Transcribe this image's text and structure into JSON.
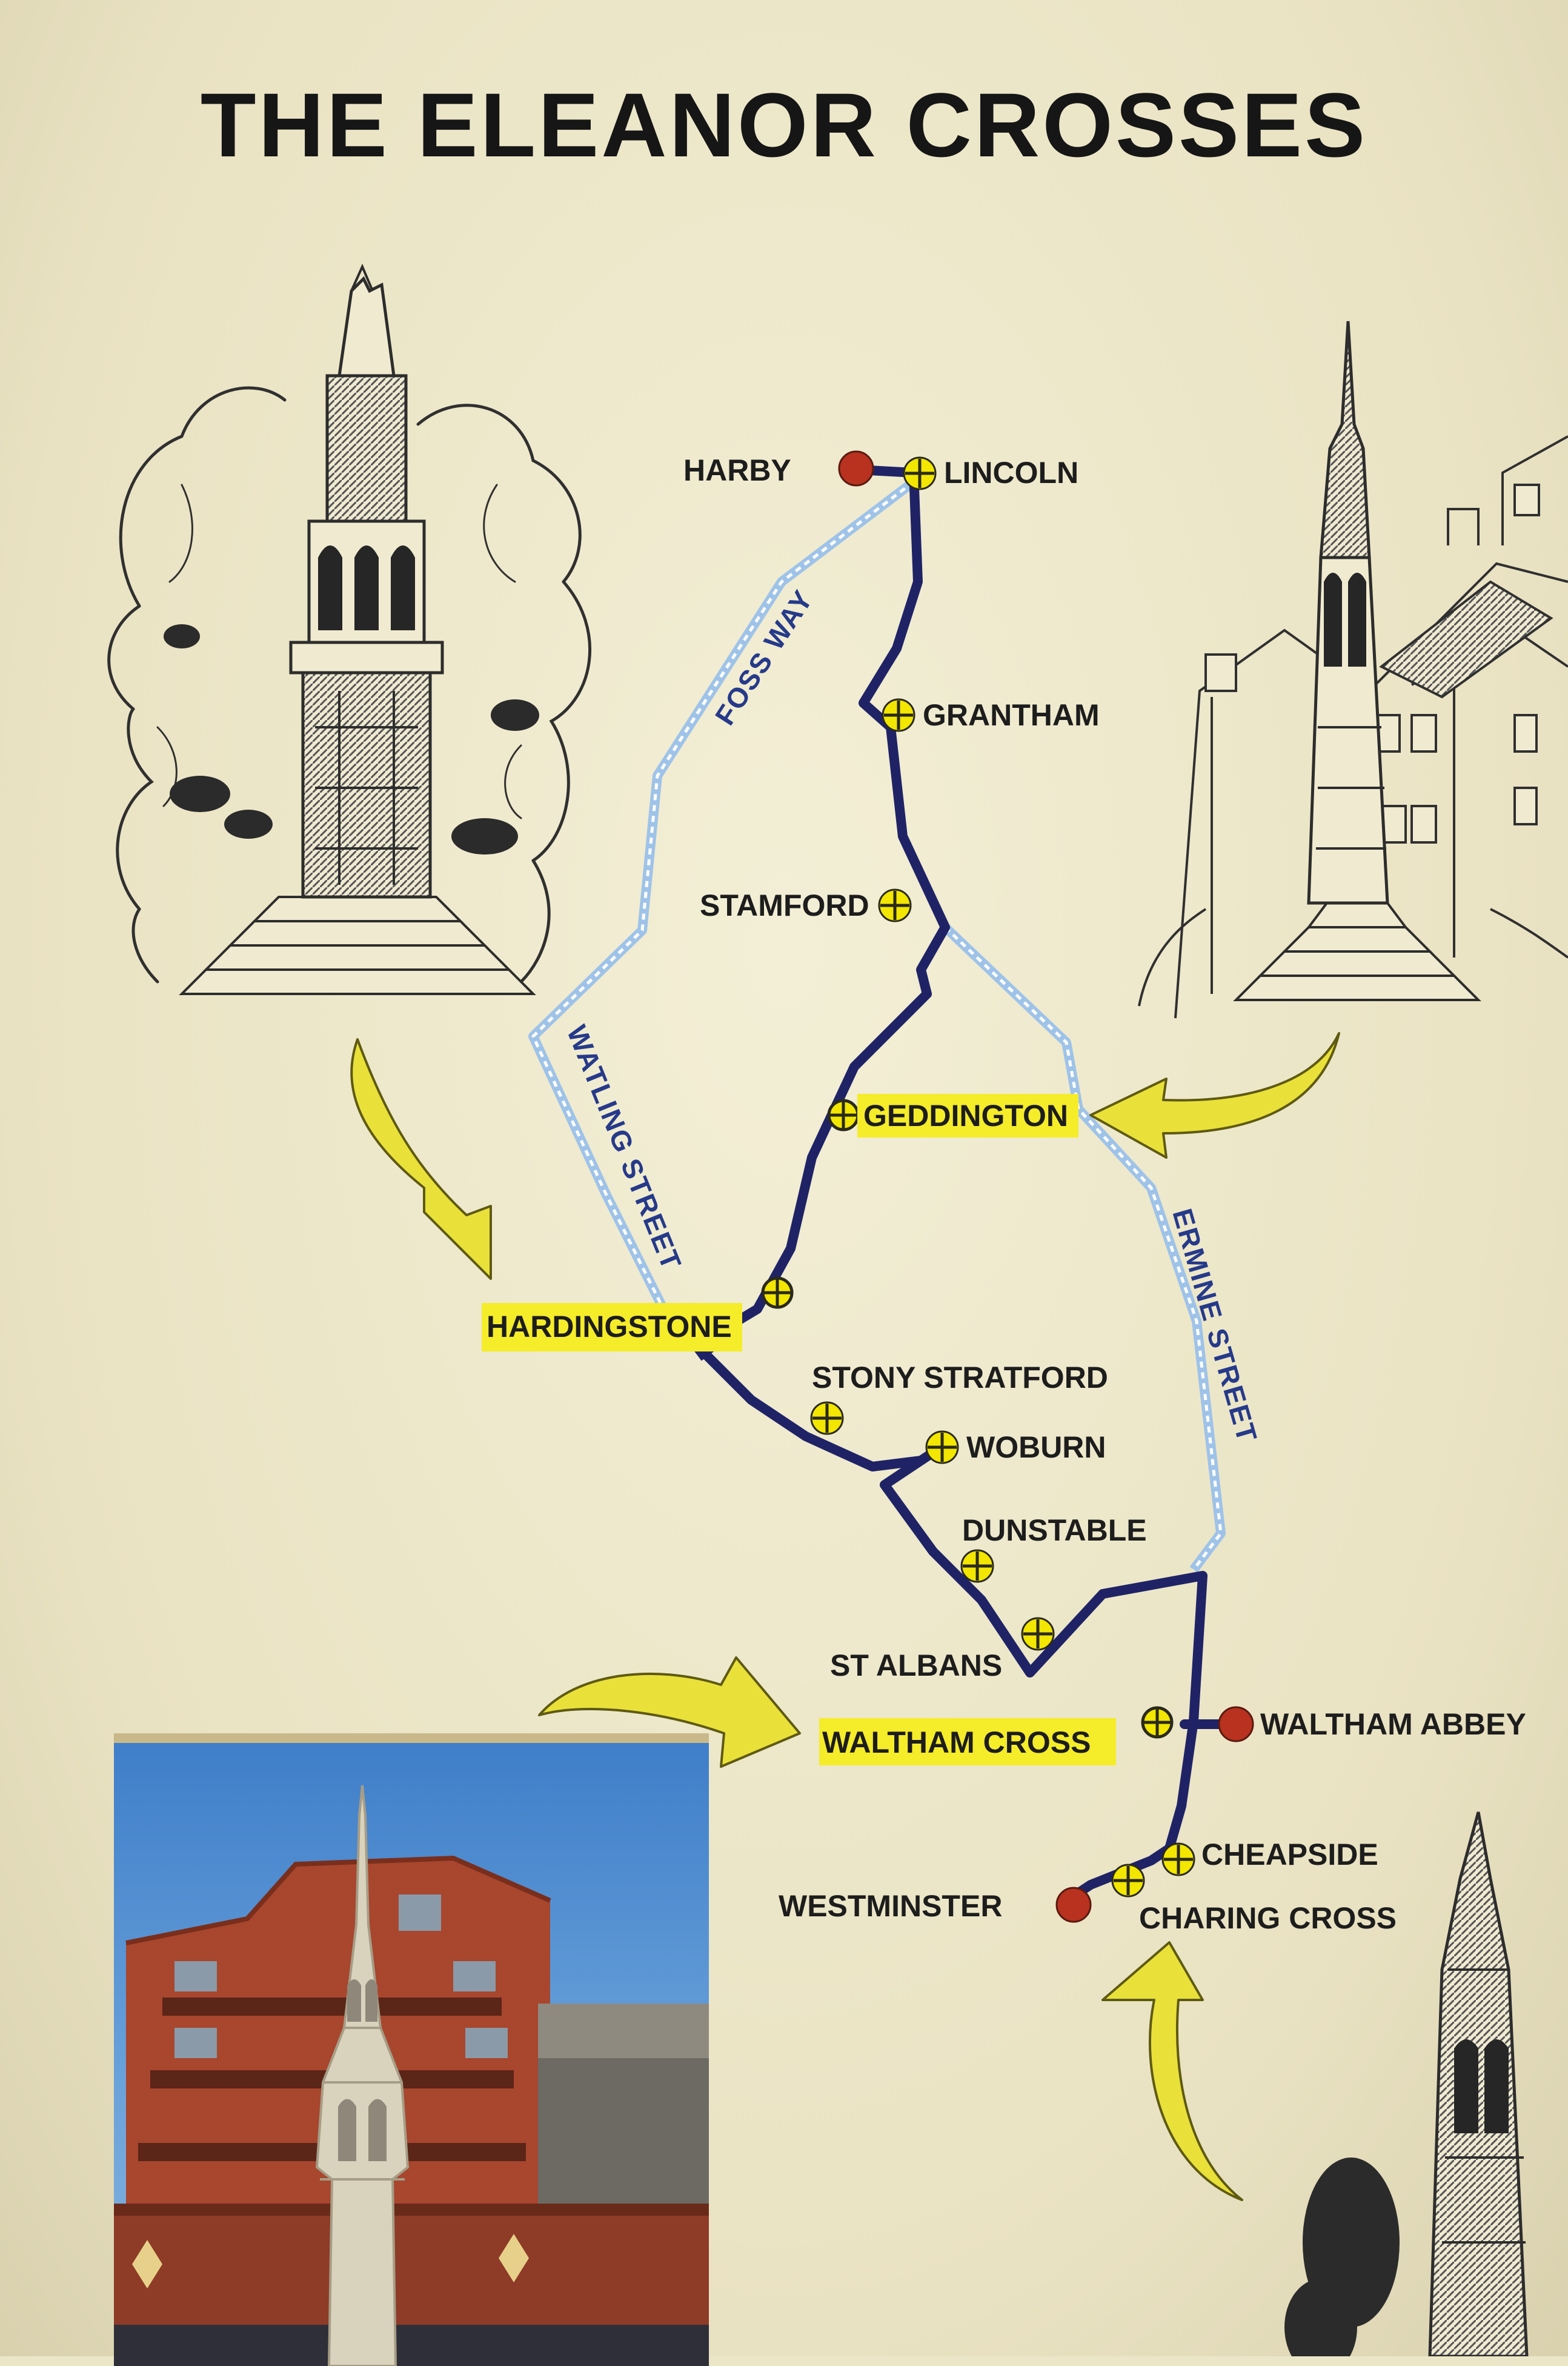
{
  "title": "THE ELEANOR CROSSES",
  "colors": {
    "board_background": "#ece6c8",
    "route_line": "#1f2366",
    "roman_road": "#9fc3e8",
    "cross_marker": "#f3e600",
    "endpoint_marker": "#b8321f",
    "highlight": "#f5ec2a",
    "arrow": "#e9e13a"
  },
  "places": {
    "harby": "HARBY",
    "lincoln": "LINCOLN",
    "grantham": "GRANTHAM",
    "stamford": "STAMFORD",
    "geddington": "GEDDINGTON",
    "hardingstone": "HARDINGSTONE",
    "stony_stratford": "STONY STRATFORD",
    "woburn": "WOBURN",
    "dunstable": "DUNSTABLE",
    "st_albans": "ST ALBANS",
    "waltham_cross": "WALTHAM CROSS",
    "waltham_abbey": "WALTHAM ABBEY",
    "cheapside": "CHEAPSIDE",
    "westminster": "WESTMINSTER",
    "charing_cross": "CHARING CROSS"
  },
  "roads": {
    "foss_way": "FOSS WAY",
    "watling_street": "WATLING STREET",
    "ermine_street": "ERMINE STREET"
  },
  "markers": {
    "cross_icon": "circled-cross-icon",
    "endpoint_icon": "red-dot-icon"
  }
}
